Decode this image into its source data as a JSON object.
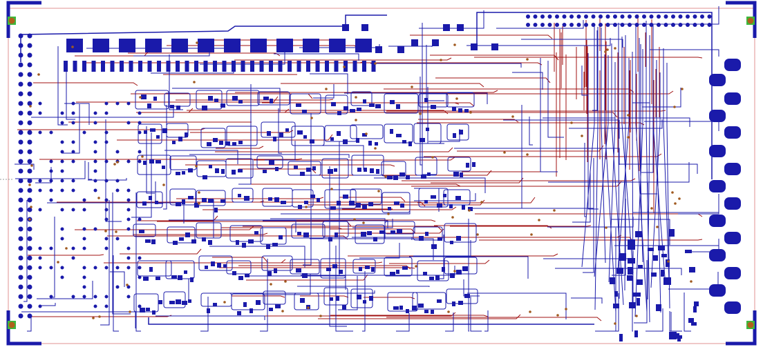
{
  "board": {
    "colors": {
      "top_copper": "#1a1aaa",
      "bottom_copper": "#a01010",
      "outline": "#e09090",
      "fiducial_pad": "#3cb83c",
      "fiducial_hole": "#b0601c",
      "corner_marks": "#1a1aaa",
      "via": "#a05a20"
    },
    "layers": [
      "top-copper",
      "bottom-copper",
      "board-outline"
    ],
    "mounting_fiducials": 4,
    "edge_connector_pads": 14
  }
}
